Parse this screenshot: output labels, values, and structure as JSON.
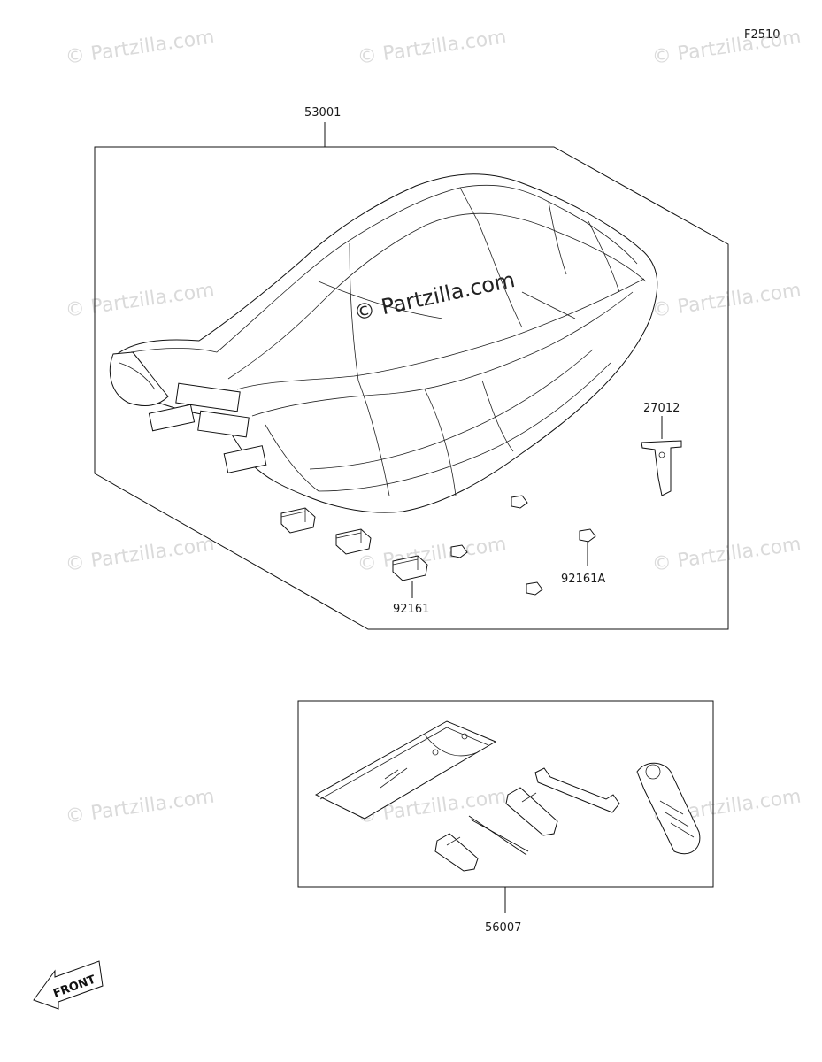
{
  "figure_code": "F2510",
  "watermark_text": "© Partzilla.com",
  "center_watermark": "© Partzilla.com",
  "parts": {
    "seat": "53001",
    "hook": "27012",
    "damper": "92161",
    "damper_a": "92161A",
    "tool_kit": "56007"
  },
  "front_label": "FRONT"
}
